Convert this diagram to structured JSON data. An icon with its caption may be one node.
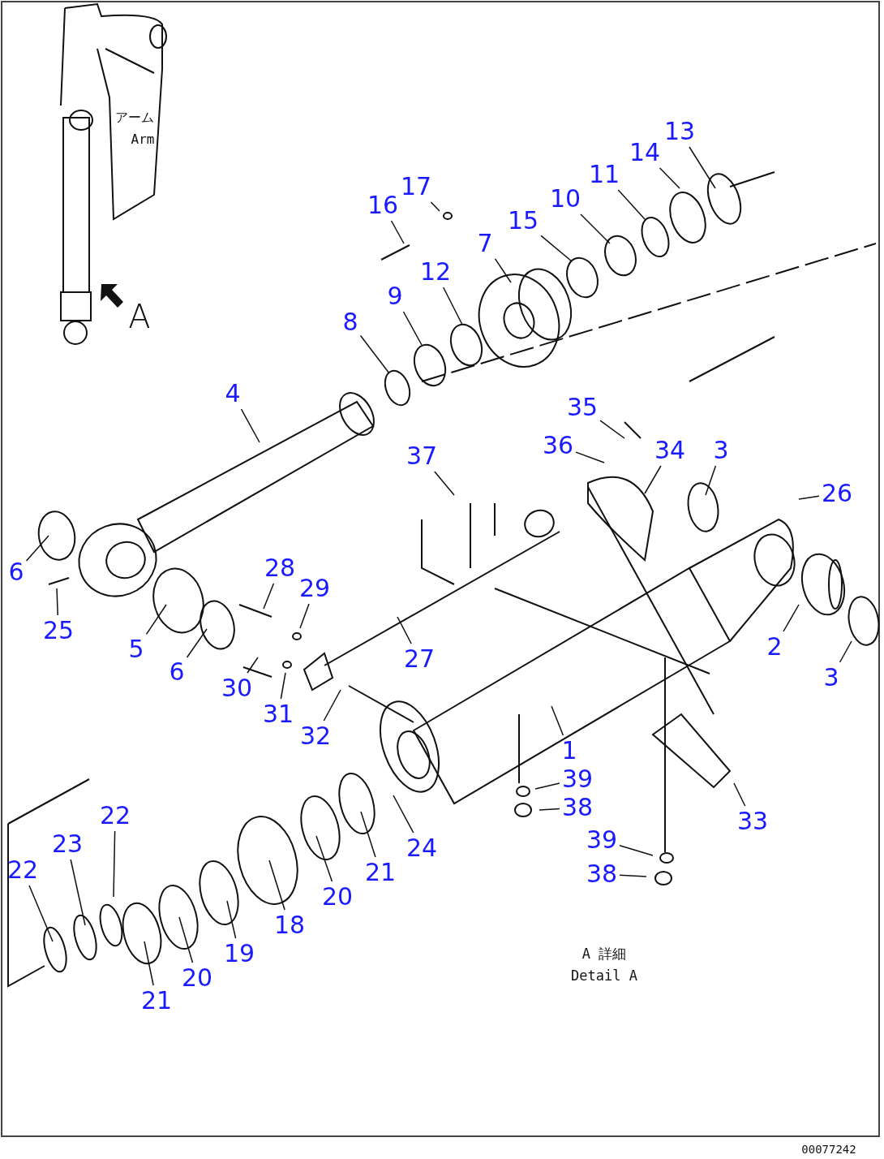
{
  "diagram": {
    "nodes": [
      {
        "text": [
          "13"
        ]
      },
      {
        "text": [
          "14"
        ]
      },
      {
        "text": [
          "11"
        ]
      },
      {
        "text": [
          "10"
        ]
      },
      {
        "text": [
          "15"
        ]
      },
      {
        "text": [
          "7"
        ]
      },
      {
        "text": [
          "17"
        ]
      },
      {
        "text": [
          "16"
        ]
      },
      {
        "text": [
          "12"
        ]
      },
      {
        "text": [
          "9"
        ]
      },
      {
        "text": [
          "8"
        ]
      },
      {
        "text": [
          "4"
        ]
      },
      {
        "text": [
          "6"
        ]
      },
      {
        "text": [
          "25"
        ]
      },
      {
        "text": [
          "5"
        ]
      },
      {
        "text": [
          "6"
        ]
      },
      {
        "text": [
          "28"
        ]
      },
      {
        "text": [
          "29"
        ]
      },
      {
        "text": [
          "30"
        ]
      },
      {
        "text": [
          "31"
        ]
      },
      {
        "text": [
          "32"
        ]
      },
      {
        "text": [
          "27"
        ]
      },
      {
        "text": [
          "37"
        ]
      },
      {
        "text": [
          "36"
        ]
      },
      {
        "text": [
          "35"
        ]
      },
      {
        "text": [
          "34"
        ]
      },
      {
        "text": [
          "3"
        ]
      },
      {
        "text": [
          "26"
        ]
      },
      {
        "text": [
          "2"
        ]
      },
      {
        "text": [
          "3"
        ]
      },
      {
        "text": [
          "1"
        ]
      },
      {
        "text": [
          "39"
        ]
      },
      {
        "text": [
          "38"
        ]
      },
      {
        "text": [
          "33"
        ]
      },
      {
        "text": [
          "39"
        ]
      },
      {
        "text": [
          "38"
        ]
      },
      {
        "text": [
          "24"
        ]
      },
      {
        "text": [
          "21"
        ]
      },
      {
        "text": [
          "20"
        ]
      },
      {
        "text": [
          "18"
        ]
      },
      {
        "text": [
          "19"
        ]
      },
      {
        "text": [
          "20"
        ]
      },
      {
        "text": [
          "21"
        ]
      },
      {
        "text": [
          "22"
        ]
      },
      {
        "text": [
          "23"
        ]
      },
      {
        "text": [
          "22"
        ]
      }
    ],
    "edges": [
      {
        "from": 0,
        "to": null,
        "arrow": "none"
      },
      {
        "from": 1,
        "to": null,
        "arrow": "none"
      },
      {
        "from": 2,
        "to": null,
        "arrow": "none"
      },
      {
        "from": 3,
        "to": null,
        "arrow": "none"
      },
      {
        "from": 4,
        "to": null,
        "arrow": "none"
      },
      {
        "from": 5,
        "to": null,
        "arrow": "none"
      },
      {
        "from": 6,
        "to": null,
        "arrow": "none"
      },
      {
        "from": 7,
        "to": null,
        "arrow": "none"
      },
      {
        "from": 8,
        "to": null,
        "arrow": "none"
      },
      {
        "from": 9,
        "to": null,
        "arrow": "none"
      },
      {
        "from": 10,
        "to": null,
        "arrow": "none"
      },
      {
        "from": 11,
        "to": null,
        "arrow": "none"
      },
      {
        "from": 12,
        "to": null,
        "arrow": "none"
      },
      {
        "from": 13,
        "to": null,
        "arrow": "none"
      },
      {
        "from": 14,
        "to": null,
        "arrow": "none"
      },
      {
        "from": 15,
        "to": null,
        "arrow": "none"
      },
      {
        "from": 16,
        "to": null,
        "arrow": "none"
      },
      {
        "from": 17,
        "to": null,
        "arrow": "none"
      },
      {
        "from": 18,
        "to": null,
        "arrow": "none"
      },
      {
        "from": 19,
        "to": null,
        "arrow": "none"
      },
      {
        "from": 20,
        "to": null,
        "arrow": "none"
      },
      {
        "from": 21,
        "to": null,
        "arrow": "none"
      },
      {
        "from": 22,
        "to": null,
        "arrow": "none"
      },
      {
        "from": 23,
        "to": null,
        "arrow": "none"
      },
      {
        "from": 24,
        "to": null,
        "arrow": "none"
      },
      {
        "from": 25,
        "to": null,
        "arrow": "none"
      },
      {
        "from": 26,
        "to": null,
        "arrow": "none"
      },
      {
        "from": 27,
        "to": null,
        "arrow": "none"
      },
      {
        "from": 28,
        "to": null,
        "arrow": "none"
      },
      {
        "from": 29,
        "to": null,
        "arrow": "none"
      },
      {
        "from": 30,
        "to": null,
        "arrow": "none"
      },
      {
        "from": 31,
        "to": null,
        "arrow": "none"
      },
      {
        "from": 32,
        "to": null,
        "arrow": "none"
      },
      {
        "from": 33,
        "to": null,
        "arrow": "none"
      },
      {
        "from": 34,
        "to": null,
        "arrow": "none"
      },
      {
        "from": 35,
        "to": null,
        "arrow": "none"
      },
      {
        "from": 36,
        "to": null,
        "arrow": "none"
      },
      {
        "from": 37,
        "to": null,
        "arrow": "none"
      },
      {
        "from": 38,
        "to": null,
        "arrow": "none"
      },
      {
        "from": 39,
        "to": null,
        "arrow": "none"
      },
      {
        "from": 40,
        "to": null,
        "arrow": "none"
      },
      {
        "from": 41,
        "to": null,
        "arrow": "none"
      },
      {
        "from": 42,
        "to": null,
        "arrow": "none"
      },
      {
        "from": 43,
        "to": null,
        "arrow": "none"
      },
      {
        "from": 44,
        "to": null,
        "arrow": "none"
      },
      {
        "from": 45,
        "to": null,
        "arrow": "none"
      }
    ],
    "labels": [
      "アーム",
      "Arm",
      "A",
      "A 詳細",
      "Detail A",
      "00077242"
    ]
  }
}
